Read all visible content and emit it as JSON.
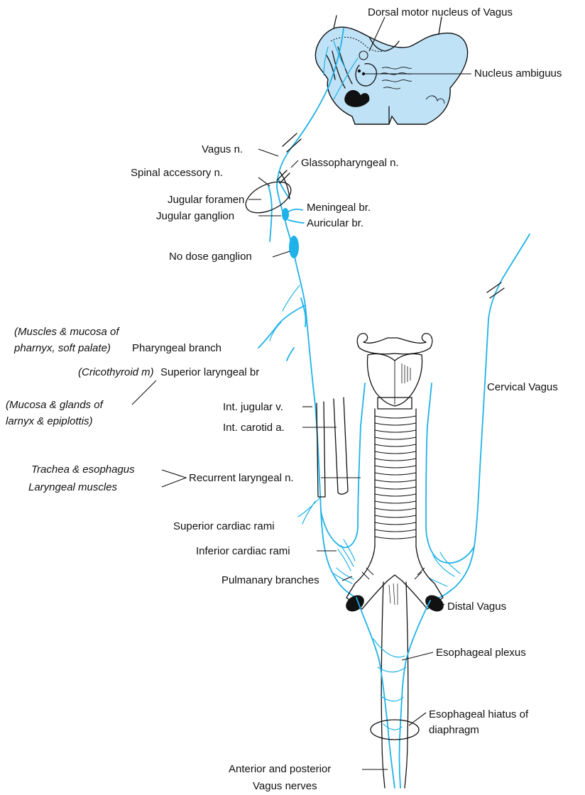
{
  "labels": {
    "dorsal_motor": "Dorsal motor nucleus of Vagus",
    "nucleus_ambiguus": "Nucleus ambiguus",
    "vagus_n": "Vagus n.",
    "glossopharyngeal": "Glassopharyngeal n.",
    "spinal_accessory": "Spinal accessory n.",
    "jugular_foramen": "Jugular foramen",
    "meningeal": "Meningeal br.",
    "jugular_ganglion": "Jugular ganglion",
    "auricular": "Auricular br.",
    "nodose_ganglion": "No dose ganglion",
    "pharynx_note_1": "(Muscles & mucosa of",
    "pharynx_note_2": "pharnyx, soft palate)",
    "pharyngeal_branch": "Pharyngeal branch",
    "cricothyroid_note": "(Cricothyroid m)",
    "superior_laryngeal": "Superior laryngeal br",
    "larynx_note_1": "(Mucosa & glands of",
    "larynx_note_2": "larnyx & epiplottis)",
    "cervical_vagus": "Cervical Vagus",
    "int_jugular": "Int. jugular v.",
    "int_carotid": "Int. carotid a.",
    "trachea_esophagus": "Trachea & esophagus",
    "laryngeal_muscles": "Laryngeal muscles",
    "recurrent_laryngeal": "Recurrent laryngeal n.",
    "superior_cardiac": "Superior cardiac rami",
    "inferior_cardiac": "Inferior cardiac rami",
    "pulmonary_branches": "Pulmanary branches",
    "distal_vagus": "Distal Vagus",
    "esophageal_plexus": "Esophageal plexus",
    "hiatus_1": "Esophageal hiatus of",
    "hiatus_2": "diaphragm",
    "ant_post_1": "Anterior and posterior",
    "ant_post_2": "Vagus nerves"
  },
  "colors": {
    "nerve": "#1fb2e8",
    "brainstem_fill": "#bfe2f7",
    "ink": "#111111",
    "background": "#ffffff"
  }
}
